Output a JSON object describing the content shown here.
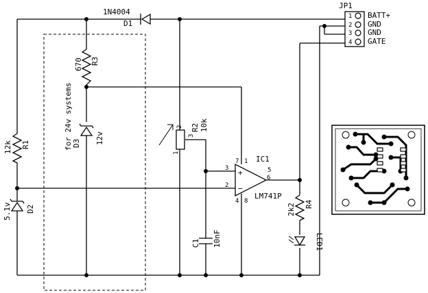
{
  "components": {
    "d1": {
      "ref": "D1",
      "value": "1N4004"
    },
    "r3": {
      "ref": "R3",
      "value": "670"
    },
    "r1": {
      "ref": "R1",
      "value": "12k"
    },
    "d3": {
      "ref": "D3",
      "value": "12v"
    },
    "d2": {
      "ref": "D2",
      "value": "5.1v"
    },
    "r2": {
      "ref": "R2",
      "value": "10k",
      "pin1": "1",
      "pin2": "2",
      "pin3": "3"
    },
    "ic1": {
      "ref": "IC1",
      "value": "LM741P",
      "pins": {
        "p2": "2",
        "p3": "3",
        "p4": "4",
        "p5": "5",
        "p6": "6",
        "p7": "7",
        "p1": "1",
        "p8": "8"
      },
      "plus": "+",
      "minus": "−"
    },
    "c1": {
      "ref": "C1",
      "value": "10nF"
    },
    "r4": {
      "ref": "R4",
      "value": "2k2"
    },
    "led1": {
      "ref": "LED1"
    }
  },
  "connector": {
    "ref": "JP1",
    "pins": [
      {
        "num": "1",
        "label": "BATT+"
      },
      {
        "num": "2",
        "label": "GND"
      },
      {
        "num": "3",
        "label": "GND"
      },
      {
        "num": "4",
        "label": "GATE"
      }
    ]
  },
  "note": "for 24v systems"
}
